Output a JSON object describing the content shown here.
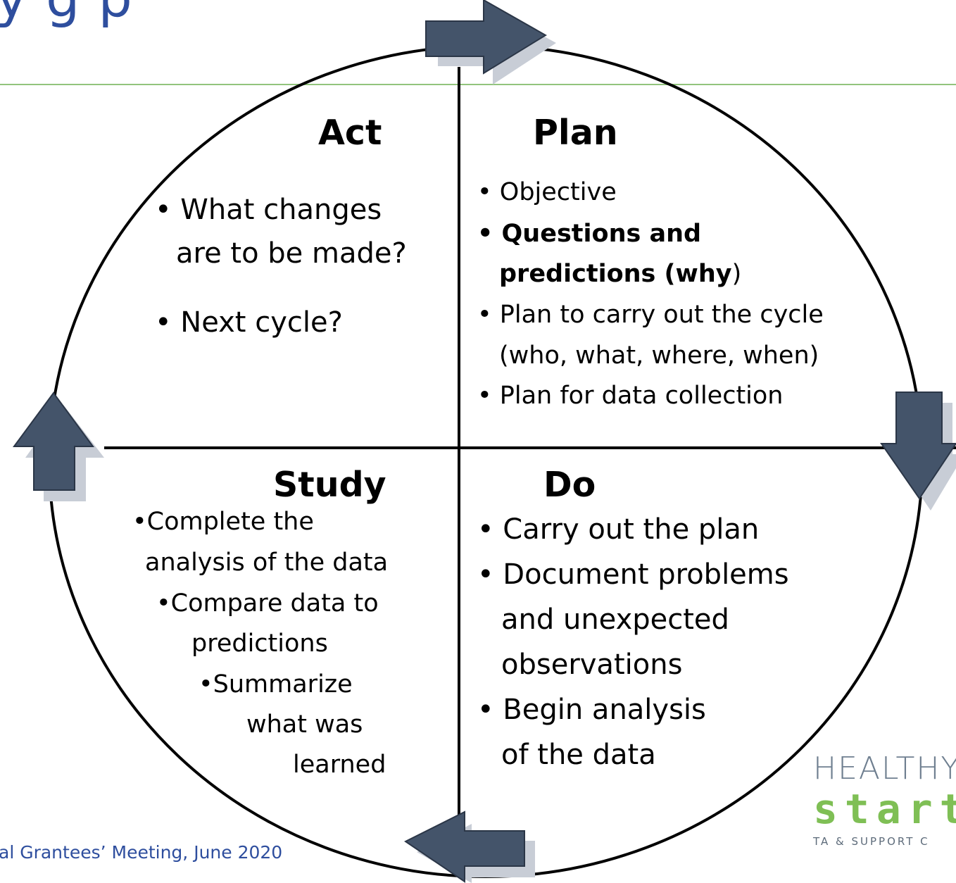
{
  "slide": {
    "title_fragment": "y                       g           p",
    "footer": "al Grantees’ Meeting, June 2020"
  },
  "quadrants": {
    "act": {
      "heading": "Act",
      "items": [
        "• What changes",
        "are to be made?",
        "• Next cycle?"
      ]
    },
    "plan": {
      "heading": "Plan",
      "items": [
        "• Objective",
        "• Questions and",
        "predictions (why",
        ")",
        "• Plan to carry out the cycle",
        "(who, what, where, when)",
        "• Plan for data collection"
      ]
    },
    "study": {
      "heading": "Study",
      "items": [
        "•Complete the",
        "analysis of the data",
        "•Compare data to",
        "predictions",
        "•Summarize",
        "what was",
        "learned"
      ]
    },
    "do": {
      "heading": "Do",
      "items": [
        "• Carry out the plan",
        "• Document problems",
        "and unexpected",
        "observations",
        "• Begin analysis",
        "of the data"
      ]
    }
  },
  "logo": {
    "line1": "HEALTHY",
    "line2": "start",
    "line3": "TA & SUPPORT C"
  },
  "colors": {
    "arrow_fill": "#44546a",
    "title": "#2e4e9e",
    "rule": "#92c47d",
    "logo_green": "#7fbf55"
  }
}
